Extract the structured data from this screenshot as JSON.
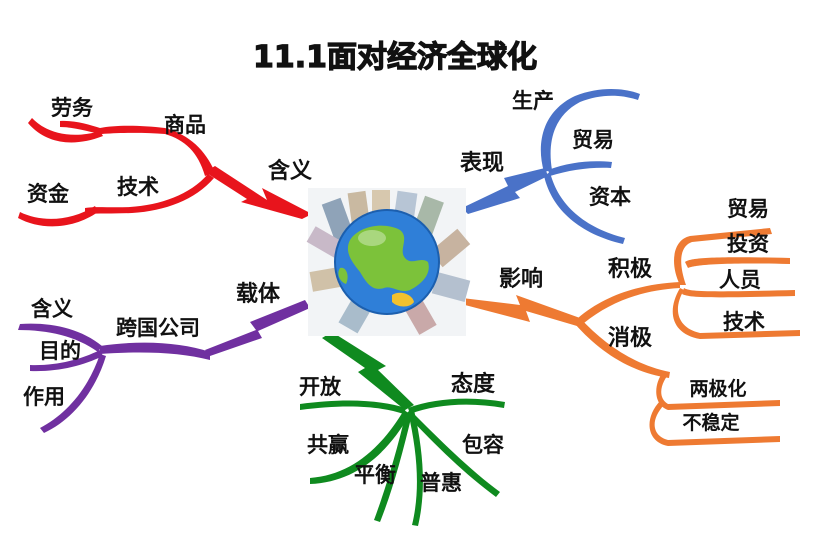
{
  "title": "11.1面对经济全球化",
  "colors": {
    "red": "#e8141c",
    "blue": "#4a72c8",
    "orange": "#ee7a32",
    "purple": "#7030a0",
    "green": "#0f8a1f"
  },
  "center": {
    "icon": "globe-city-icon"
  },
  "branches": {
    "meaning": {
      "label": "含义",
      "items": [
        "劳务",
        "商品",
        "资金",
        "技术"
      ]
    },
    "manifestation": {
      "label": "表现",
      "items": [
        "生产",
        "贸易",
        "资本"
      ]
    },
    "influence": {
      "label": "影响",
      "positive": {
        "label": "积极",
        "items": [
          "贸易",
          "投资",
          "人员",
          "技术"
        ]
      },
      "negative": {
        "label": "消极",
        "items": [
          "两极化",
          "不稳定"
        ]
      }
    },
    "carrier": {
      "label": "载体",
      "hub": "跨国公司",
      "items": [
        "含义",
        "目的",
        "作用"
      ]
    },
    "attitude": {
      "label": "态度",
      "left": "开放",
      "items": [
        "共赢",
        "平衡",
        "普惠",
        "包容"
      ]
    }
  }
}
